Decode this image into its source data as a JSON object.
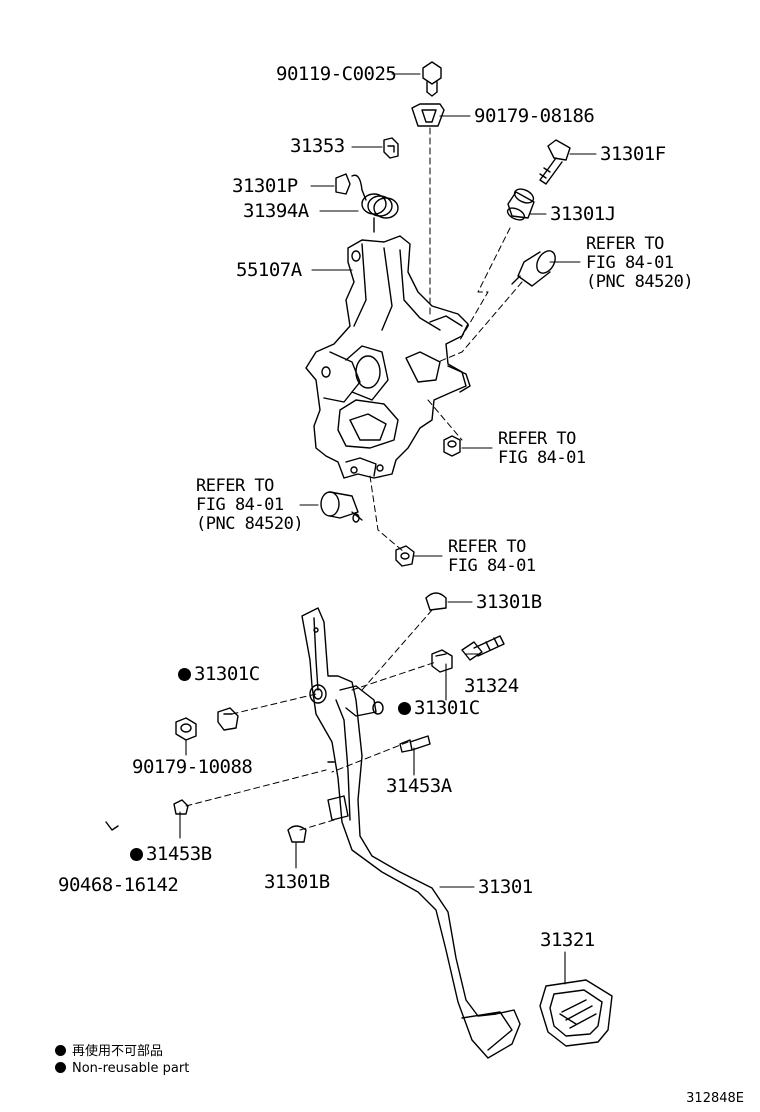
{
  "parts": {
    "p90119": "90119-C0025",
    "p90179_08186": "90179-08186",
    "p31353": "31353",
    "p31301F": "31301F",
    "p31301P": "31301P",
    "p31394A": "31394A",
    "p31301J": "31301J",
    "p55107A": "55107A",
    "p31301B_top": "31301B",
    "p31301C_left": "31301C",
    "p31324": "31324",
    "p31301C_right": "31301C",
    "p90179_10088": "90179-10088",
    "p31453A": "31453A",
    "p31453B": "31453B",
    "p90468": "90468-16142",
    "p31301B_bottom": "31301B",
    "p31301": "31301",
    "p31321": "31321"
  },
  "refers": {
    "switch_top": [
      "REFER TO",
      "FIG 84-01",
      "(PNC 84520)"
    ],
    "nut_right": [
      "REFER TO",
      "FIG 84-01"
    ],
    "switch_left": [
      "REFER TO",
      "FIG 84-01",
      "(PNC 84520)"
    ],
    "nut_bottom": [
      "REFER TO",
      "FIG 84-01"
    ]
  },
  "legend": {
    "japanese": "再使用不可部品",
    "english": "Non-reusable part"
  },
  "drawing_ref": "312848E"
}
